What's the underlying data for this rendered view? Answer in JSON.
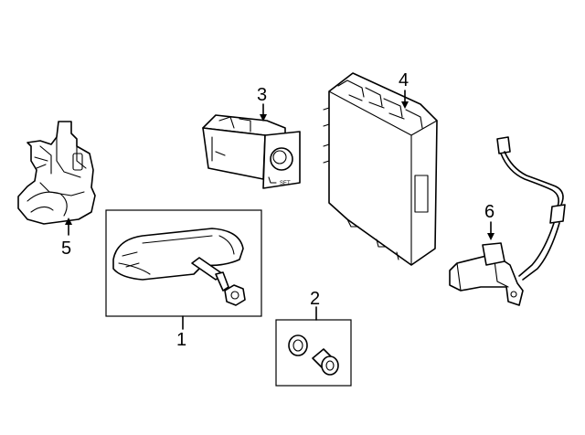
{
  "callouts": {
    "part1": "1",
    "part2": "2",
    "part3": "3",
    "part4": "4",
    "part5": "5",
    "part6": "6"
  },
  "switch_label": "SET"
}
